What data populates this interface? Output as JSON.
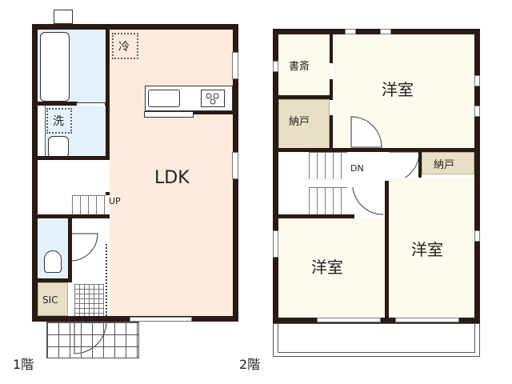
{
  "floor1": {
    "label": "1階",
    "rooms": {
      "ldk": "LDK",
      "washroom": "洗",
      "fridge": "冷",
      "sic": "SIC",
      "stairs": "UP"
    }
  },
  "floor2": {
    "label": "2階",
    "rooms": {
      "study": "書斎",
      "storage_left": "納戸",
      "storage_right": "納戸",
      "bedroom_main": "洋室",
      "bedroom_left": "洋室",
      "bedroom_right": "洋室",
      "stairs": "DN"
    }
  },
  "colors": {
    "wall": "#2a1a14",
    "ldk_floor": "#fcebdc",
    "wet_area": "#e3f1fb",
    "storage": "#e8e0c6",
    "western_room": "#fdf9ec"
  }
}
